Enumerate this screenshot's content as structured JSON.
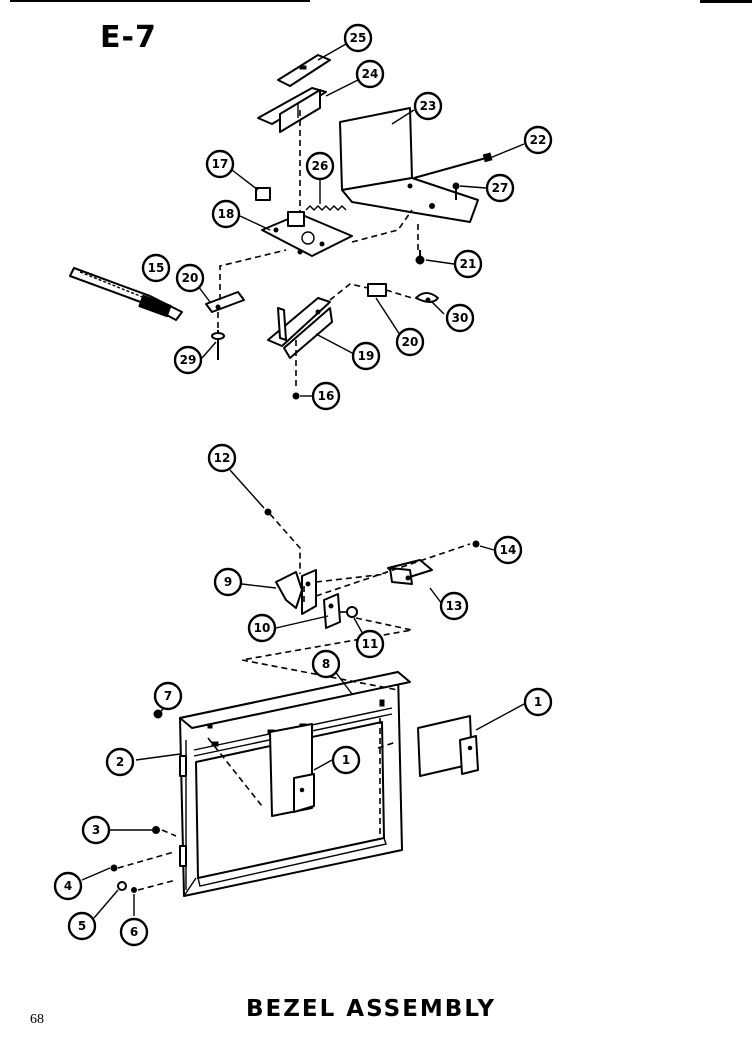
{
  "page_code": "E-7",
  "title": "BEZEL ASSEMBLY",
  "page_number": "68",
  "callouts": [
    {
      "id": "c25",
      "label": "25"
    },
    {
      "id": "c24",
      "label": "24"
    },
    {
      "id": "c23",
      "label": "23"
    },
    {
      "id": "c22",
      "label": "22"
    },
    {
      "id": "c17",
      "label": "17"
    },
    {
      "id": "c26",
      "label": "26"
    },
    {
      "id": "c27",
      "label": "27"
    },
    {
      "id": "c18",
      "label": "18"
    },
    {
      "id": "c21",
      "label": "21"
    },
    {
      "id": "c15",
      "label": "15"
    },
    {
      "id": "c20a",
      "label": "20"
    },
    {
      "id": "c30",
      "label": "30"
    },
    {
      "id": "c20b",
      "label": "20"
    },
    {
      "id": "c29",
      "label": "29"
    },
    {
      "id": "c19",
      "label": "19"
    },
    {
      "id": "c16",
      "label": "16"
    },
    {
      "id": "c12",
      "label": "12"
    },
    {
      "id": "c14",
      "label": "14"
    },
    {
      "id": "c9",
      "label": "9"
    },
    {
      "id": "c13",
      "label": "13"
    },
    {
      "id": "c10",
      "label": "10"
    },
    {
      "id": "c11",
      "label": "11"
    },
    {
      "id": "c8",
      "label": "8"
    },
    {
      "id": "c7",
      "label": "7"
    },
    {
      "id": "c1a",
      "label": "1"
    },
    {
      "id": "c2",
      "label": "2"
    },
    {
      "id": "c1b",
      "label": "1"
    },
    {
      "id": "c3",
      "label": "3"
    },
    {
      "id": "c4",
      "label": "4"
    },
    {
      "id": "c5",
      "label": "5"
    },
    {
      "id": "c6",
      "label": "6"
    }
  ]
}
